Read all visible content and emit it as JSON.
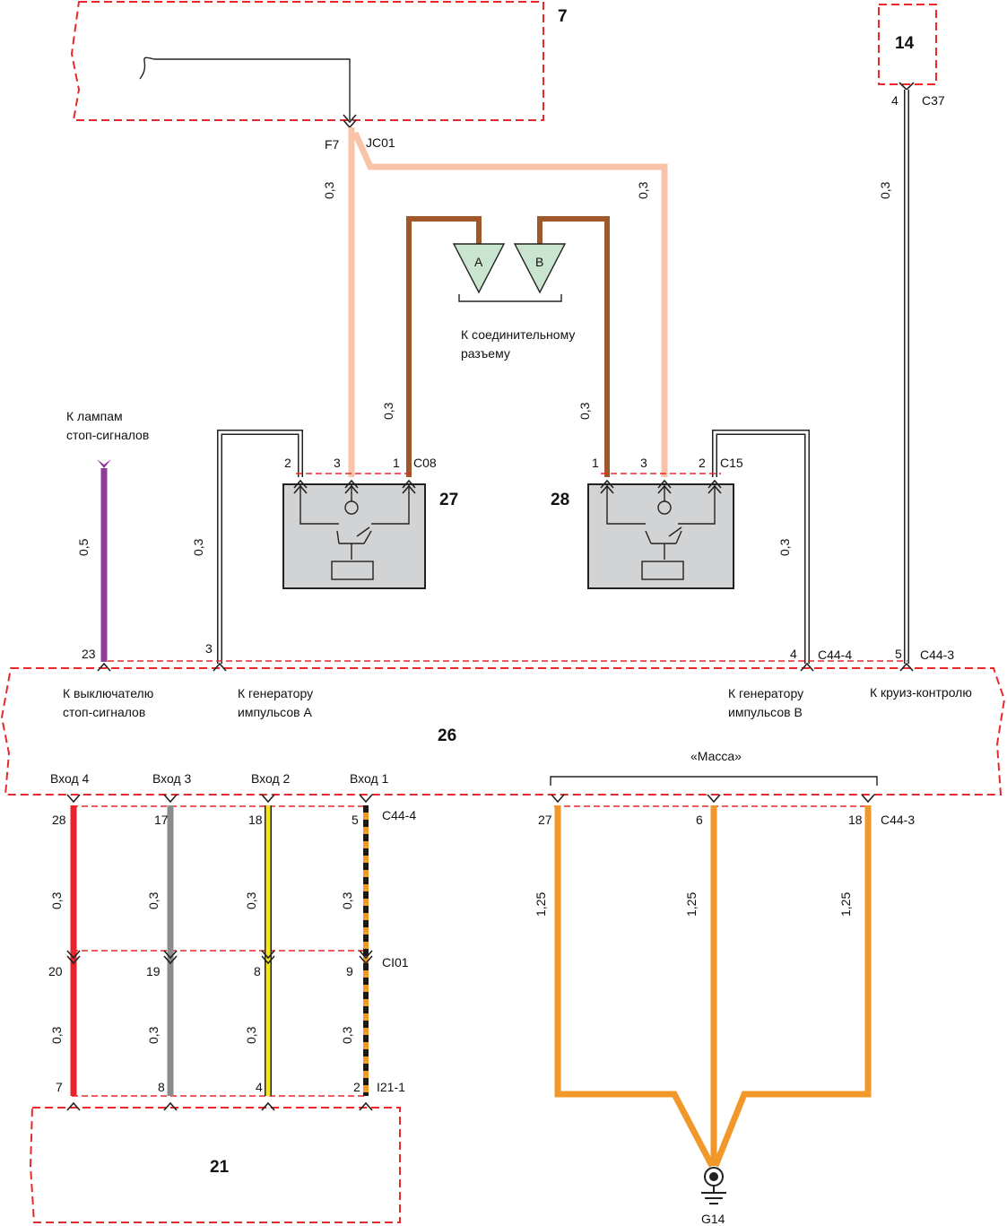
{
  "modules": {
    "m7": "7",
    "m14": "14",
    "m26": "26",
    "m21": "21",
    "m27": "27",
    "m28": "28"
  },
  "connectors": {
    "f7": "F7",
    "jc01": "JC01",
    "c37": "C37",
    "c08": "C08",
    "c15": "C15",
    "c44_4_top": "C44-4",
    "c44_3_top": "C44-3",
    "c44_4_bottom": "C44-4",
    "c44_3_bottom": "C44-3",
    "ci01": "CI01",
    "i21_1": "I21-1",
    "g14": "G14"
  },
  "pins": {
    "p4_c37": "4",
    "s27_2": "2",
    "s27_3": "3",
    "s27_1": "1",
    "s28_1": "1",
    "s28_3": "3",
    "s28_2": "2",
    "p23": "23",
    "p3": "3",
    "p4": "4",
    "p5": "5",
    "r1_28": "28",
    "r1_17": "17",
    "r1_18": "18",
    "r1_5": "5",
    "r2_20": "20",
    "r2_19": "19",
    "r2_8": "8",
    "r2_9": "9",
    "r3_7": "7",
    "r3_8": "8",
    "r3_4": "4",
    "r3_2": "2",
    "g_27": "27",
    "g_6": "6",
    "g_18": "18"
  },
  "gauges": {
    "w_pink_left": "0,3",
    "w_pink_right": "0,3",
    "w_c37": "0,3",
    "w_brown_left": "0,3",
    "w_brown_right": "0,3",
    "w_violet": "0,5",
    "w_white_left": "0,3",
    "w_white_right": "0,3",
    "w_red_1": "0,3",
    "w_gray_1": "0,3",
    "w_yellow_1": "0,3",
    "w_black_1": "0,3",
    "w_red_2": "0,3",
    "w_gray_2": "0,3",
    "w_yellow_2": "0,3",
    "w_black_2": "0,3",
    "w_gnd_1": "1,25",
    "w_gnd_2": "1,25",
    "w_gnd_3": "1,25"
  },
  "connector_labels": {
    "a": "A",
    "b": "B",
    "caption_l1": "К соединительному",
    "caption_l2": "разъему"
  },
  "notes": {
    "lamps_l1": "К лампам",
    "lamps_l2": "стоп-сигналов",
    "switch_l1": "К выключателю",
    "switch_l2": "стоп-сигналов",
    "genA_l1": "К генератору",
    "genA_l2": "импульсов A",
    "genB_l1": "К генератору",
    "genB_l2": "импульсов B",
    "cruise": "К круиз-контролю",
    "mass": "«Масса»"
  },
  "inputs": {
    "in4": "Вход 4",
    "in3": "Вход 3",
    "in2": "Вход 2",
    "in1": "Вход 1"
  },
  "wire_colors": {
    "pink": "#f9c3a8",
    "brown": "#a0572a",
    "violet": "#8e3b9a",
    "red": "#e8232b",
    "gray": "#8c8c8c",
    "yellow": "#f5e51c",
    "orange": "#f2982a",
    "black": "#1a1a1a",
    "module_fill": "#d2d3d4",
    "connector_fill": "#c9e5cf"
  }
}
